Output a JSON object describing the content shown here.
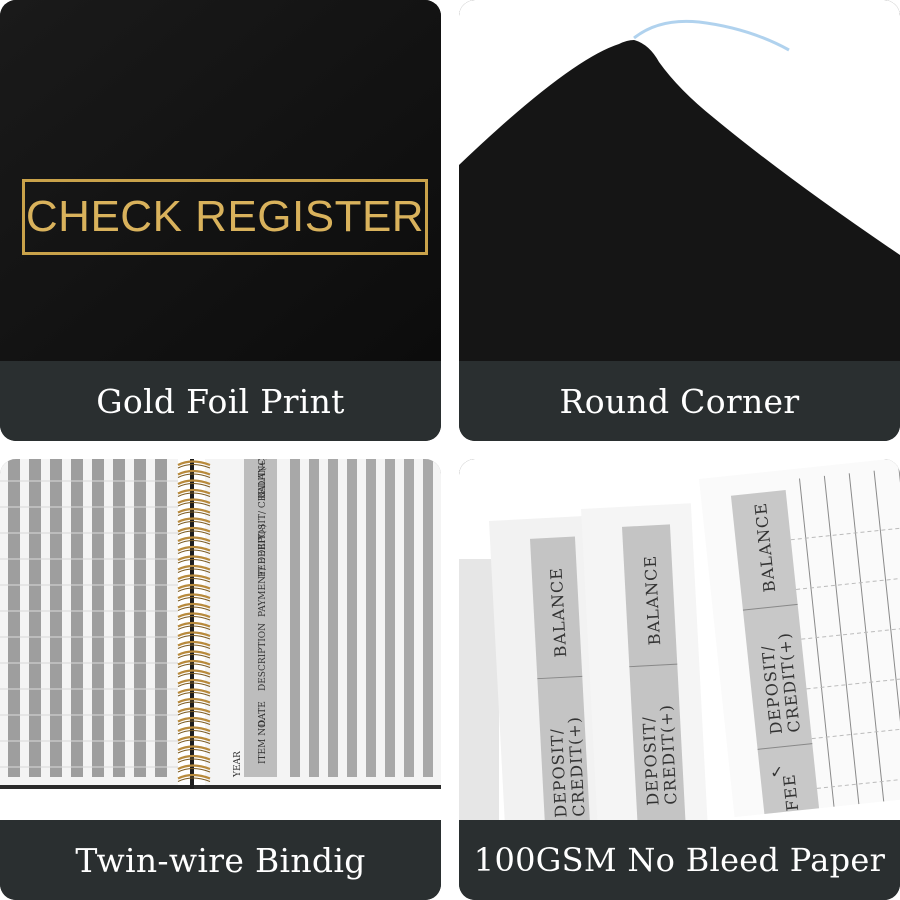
{
  "panels": {
    "gold_foil": {
      "caption": "Gold Foil Print",
      "cover_title": "CHECK REGISTER"
    },
    "round_corner": {
      "caption": "Round Corner"
    },
    "twin_wire": {
      "caption": "Twin-wire Bindig",
      "columns": [
        "ITEM NO.",
        "DATE",
        "DESCRIPTION",
        "PAYMENT/ DEBIT(-)",
        "FEE",
        "DEPOSIT/ CREDIT(+)",
        "BALANCE"
      ],
      "year_label": "YEAR"
    },
    "paper": {
      "caption": "100GSM No Bleed Paper",
      "columns": [
        "BALANCE",
        "DEPOSIT/",
        "CREDIT(+)",
        "FEE"
      ],
      "fee_mark": "✓"
    }
  },
  "colors": {
    "caption_bg": "#2a2f30",
    "gold": "#d9b25c",
    "cover": "#141414"
  }
}
